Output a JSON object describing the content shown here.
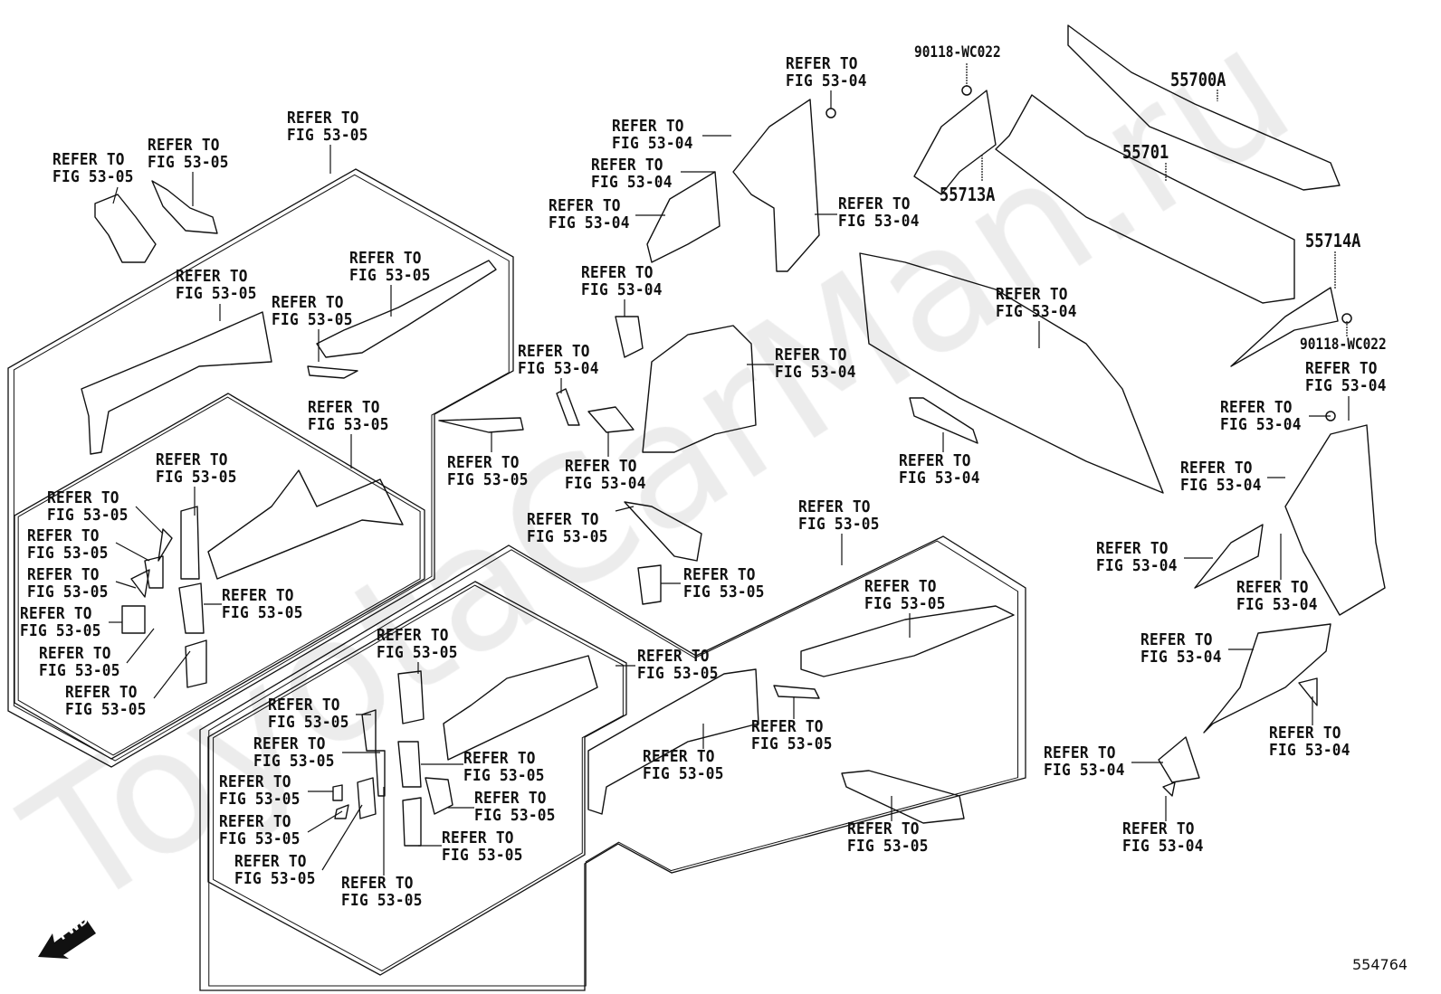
{
  "watermark": "ToyotaCarMan.ru",
  "figure_number": "554764",
  "fwd_label": "FWD",
  "part_numbers": [
    {
      "text": "90118-WC022"
    },
    {
      "text": "55700A"
    },
    {
      "text": "55701"
    },
    {
      "text": "55713A"
    },
    {
      "text": "55714A"
    },
    {
      "text": "90118-WC022"
    }
  ],
  "refer_labels": [
    {
      "l1": "REFER TO",
      "l2": "FIG 53-05"
    },
    {
      "l1": "REFER TO",
      "l2": "FIG 53-05"
    },
    {
      "l1": "REFER TO",
      "l2": "FIG 53-05"
    },
    {
      "l1": "REFER TO",
      "l2": "FIG 53-05"
    },
    {
      "l1": "REFER TO",
      "l2": "FIG 53-05"
    },
    {
      "l1": "REFER TO",
      "l2": "FIG 53-05"
    },
    {
      "l1": "REFER TO",
      "l2": "FIG 53-05"
    },
    {
      "l1": "REFER TO",
      "l2": "FIG 53-05"
    },
    {
      "l1": "REFER TO",
      "l2": "FIG 53-05"
    },
    {
      "l1": "REFER TO",
      "l2": "FIG 53-05"
    },
    {
      "l1": "REFER TO",
      "l2": "FIG 53-05"
    },
    {
      "l1": "REFER TO",
      "l2": "FIG 53-05"
    },
    {
      "l1": "REFER TO",
      "l2": "FIG 53-05"
    },
    {
      "l1": "REFER TO",
      "l2": "FIG 53-05"
    },
    {
      "l1": "REFER TO",
      "l2": "FIG 53-05"
    },
    {
      "l1": "REFER TO",
      "l2": "FIG 53-05"
    },
    {
      "l1": "REFER TO",
      "l2": "FIG 53-05"
    },
    {
      "l1": "REFER TO",
      "l2": "FIG 53-05"
    },
    {
      "l1": "REFER TO",
      "l2": "FIG 53-05"
    },
    {
      "l1": "REFER TO",
      "l2": "FIG 53-05"
    },
    {
      "l1": "REFER TO",
      "l2": "FIG 53-05"
    },
    {
      "l1": "REFER TO",
      "l2": "FIG 53-05"
    },
    {
      "l1": "REFER TO",
      "l2": "FIG 53-05"
    },
    {
      "l1": "REFER TO",
      "l2": "FIG 53-05"
    },
    {
      "l1": "REFER TO",
      "l2": "FIG 53-05"
    },
    {
      "l1": "REFER TO",
      "l2": "FIG 53-05"
    },
    {
      "l1": "REFER TO",
      "l2": "FIG 53-05"
    },
    {
      "l1": "REFER TO",
      "l2": "FIG 53-05"
    },
    {
      "l1": "REFER TO",
      "l2": "FIG 53-05"
    },
    {
      "l1": "REFER TO",
      "l2": "FIG 53-05"
    },
    {
      "l1": "REFER TO",
      "l2": "FIG 53-05"
    },
    {
      "l1": "REFER TO",
      "l2": "FIG 53-05"
    },
    {
      "l1": "REFER TO",
      "l2": "FIG 53-05"
    },
    {
      "l1": "REFER TO",
      "l2": "FIG 53-05"
    },
    {
      "l1": "REFER TO",
      "l2": "FIG 53-04"
    },
    {
      "l1": "REFER TO",
      "l2": "FIG 53-04"
    },
    {
      "l1": "REFER TO",
      "l2": "FIG 53-04"
    },
    {
      "l1": "REFER TO",
      "l2": "FIG 53-04"
    },
    {
      "l1": "REFER TO",
      "l2": "FIG 53-04"
    },
    {
      "l1": "REFER TO",
      "l2": "FIG 53-04"
    },
    {
      "l1": "REFER TO",
      "l2": "FIG 53-04"
    },
    {
      "l1": "REFER TO",
      "l2": "FIG 53-04"
    },
    {
      "l1": "REFER TO",
      "l2": "FIG 53-04"
    },
    {
      "l1": "REFER TO",
      "l2": "FIG 53-04"
    },
    {
      "l1": "REFER TO",
      "l2": "FIG 53-04"
    },
    {
      "l1": "REFER TO",
      "l2": "FIG 53-04"
    },
    {
      "l1": "REFER TO",
      "l2": "FIG 53-04"
    },
    {
      "l1": "REFER TO",
      "l2": "FIG 53-04"
    },
    {
      "l1": "REFER TO",
      "l2": "FIG 53-04"
    },
    {
      "l1": "REFER TO",
      "l2": "FIG 53-04"
    },
    {
      "l1": "REFER TO",
      "l2": "FIG 53-04"
    },
    {
      "l1": "REFER TO",
      "l2": "FIG 53-04"
    },
    {
      "l1": "REFER TO",
      "l2": "FIG 53-04"
    },
    {
      "l1": "REFER TO",
      "l2": "FIG 53-04"
    }
  ]
}
